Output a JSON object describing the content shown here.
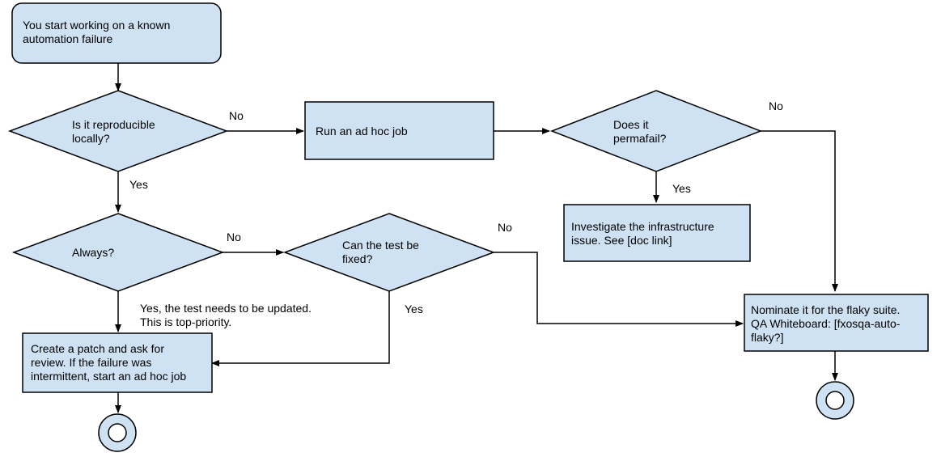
{
  "colors": {
    "node_fill": "#cfe2f3",
    "stroke": "#000000",
    "background": "#ffffff"
  },
  "nodes": {
    "start": {
      "line1": "You start working on a known",
      "line2": "automation failure"
    },
    "reproducible": {
      "line1": "Is it reproducible",
      "line2": "locally?"
    },
    "adhoc": {
      "line1": "Run an ad hoc job"
    },
    "permafail": {
      "line1": "Does it",
      "line2": "permafail?"
    },
    "investigate": {
      "line1": "Investigate the infrastructure",
      "line2": "issue. See [doc link]"
    },
    "always": {
      "line1": "Always?"
    },
    "fixable": {
      "line1": "Can the test be",
      "line2": "fixed?"
    },
    "patch": {
      "line1": "Create a patch and ask for",
      "line2": "review. If the failure was",
      "line3": "intermittent, start an ad hoc job"
    },
    "flaky": {
      "line1": "Nominate it for the flaky suite.",
      "line2": "QA Whiteboard: [fxosqa-auto-",
      "line3": "flaky?]"
    }
  },
  "edge_labels": {
    "reproducible_no": "No",
    "reproducible_yes": "Yes",
    "permafail_no": "No",
    "permafail_yes": "Yes",
    "always_no": "No",
    "always_yes_line1": "Yes, the test needs to be updated.",
    "always_yes_line2": "This is top-priority.",
    "fixable_no": "No",
    "fixable_yes": "Yes"
  }
}
